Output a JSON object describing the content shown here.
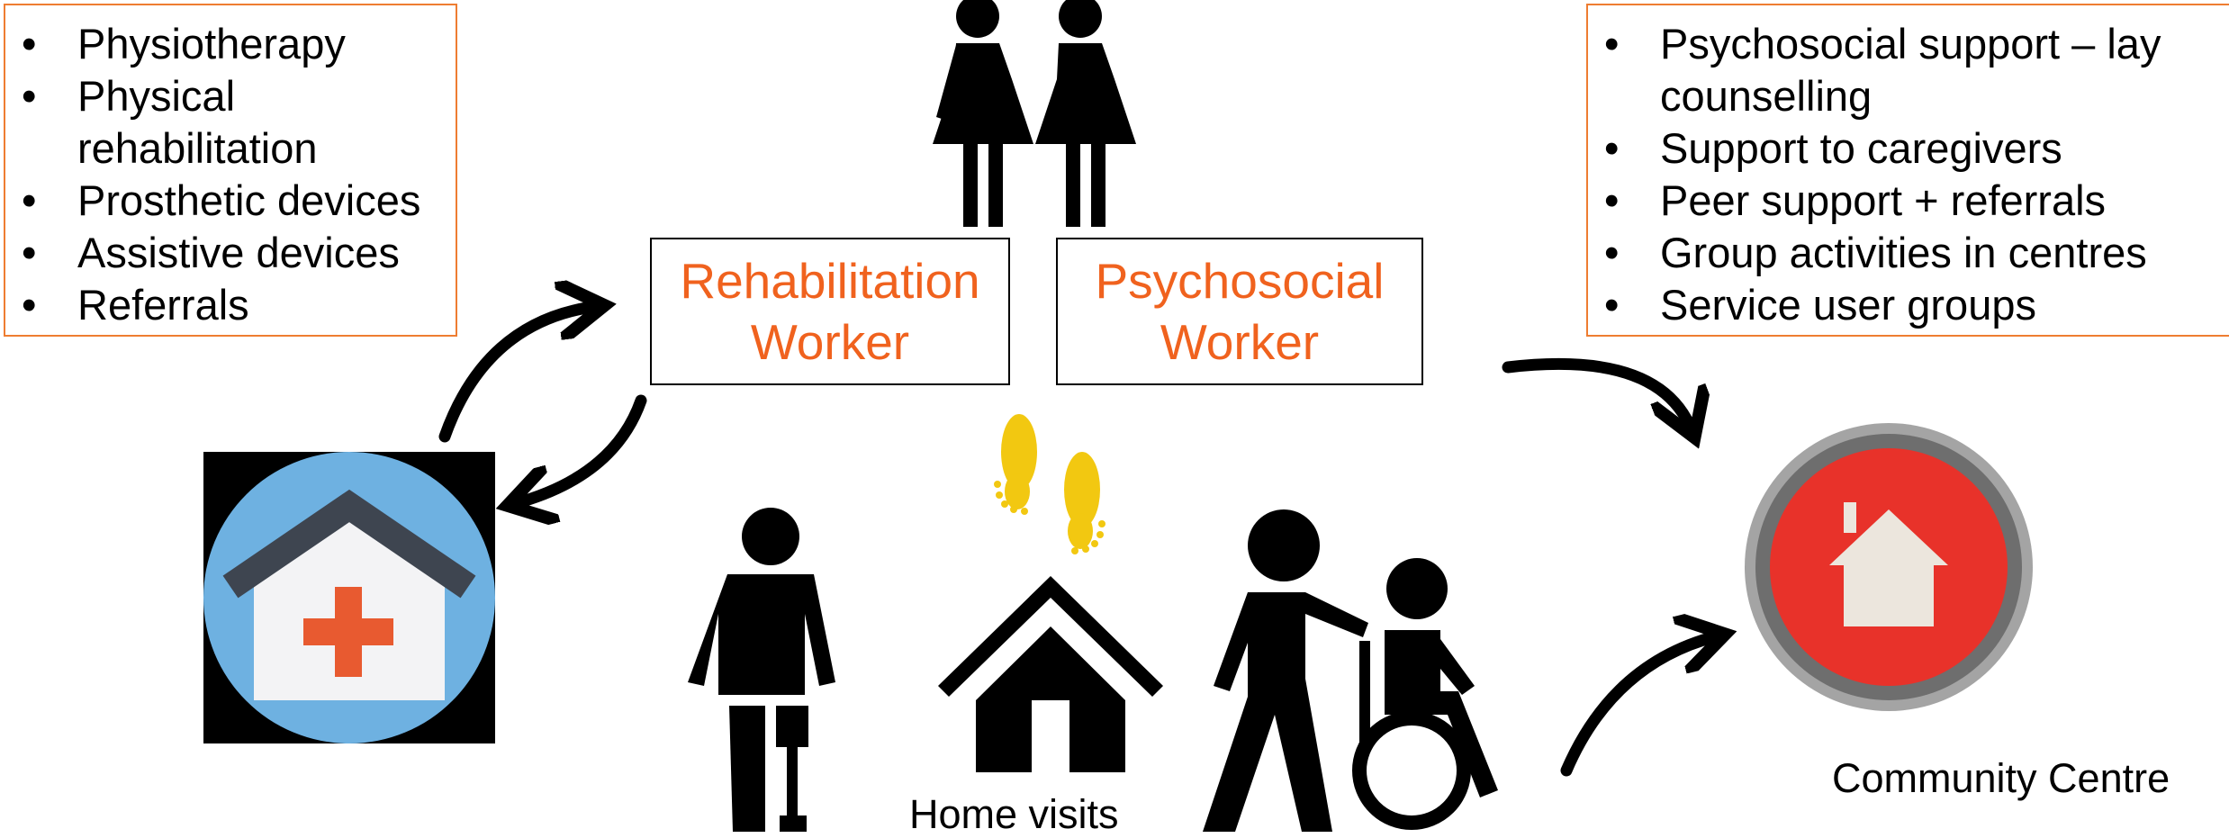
{
  "left_box": {
    "items": [
      "Physiotherapy",
      "Physical rehabilitation",
      "Prosthetic devices",
      "Assistive devices",
      "Referrals"
    ]
  },
  "right_box": {
    "items": [
      "Psychosocial support – lay counselling",
      "Support to caregivers",
      "Peer support + referrals",
      "Group activities in centres",
      "Service user groups"
    ]
  },
  "workers": {
    "rehabilitation": "Rehabilitation Worker",
    "psychosocial": "Psychosocial Worker"
  },
  "labels": {
    "home_visits": "Home visits",
    "community_centre": "Community Centre"
  },
  "icons": {
    "women": "two-women-icon",
    "clinic": "clinic-icon",
    "footprints": "footprints-icon",
    "amputee": "person-prosthetic-leg-icon",
    "house": "house-icon",
    "caregiver": "caregiver-wheelchair-icon",
    "community": "community-centre-icon"
  },
  "colors": {
    "accent_orange": "#ee7d31",
    "worker_text": "#f0621e",
    "footprint_yellow": "#f2c811",
    "clinic_blue": "#6eb1e1",
    "clinic_cross": "#e85a30",
    "community_red": "#e8322a"
  }
}
